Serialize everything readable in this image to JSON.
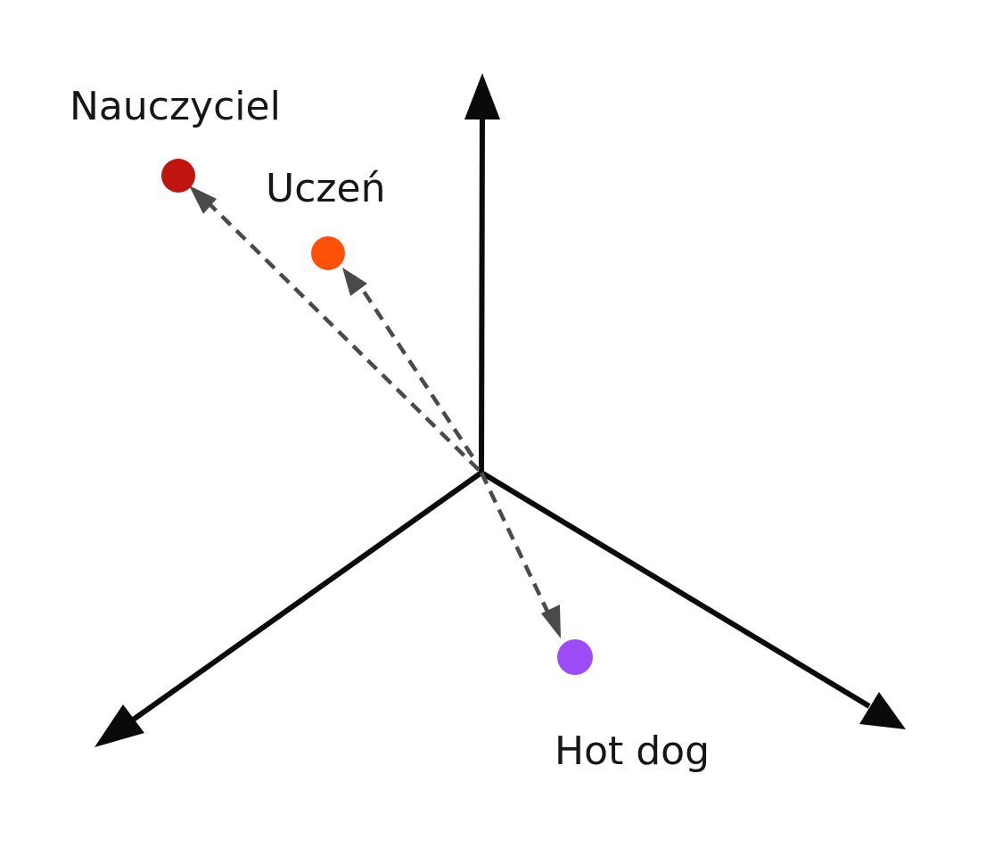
{
  "diagram": {
    "points": [
      {
        "id": "nauczyciel",
        "label": "Nauczyciel",
        "color": "#c0140e"
      },
      {
        "id": "uczen",
        "label": "Uczeń",
        "color": "#ff5208"
      },
      {
        "id": "hotdog",
        "label": "Hot dog",
        "color": "#9b4cf7"
      }
    ],
    "colors": {
      "axis": "#0a0a0a",
      "vector": "#4a4a4a"
    }
  }
}
